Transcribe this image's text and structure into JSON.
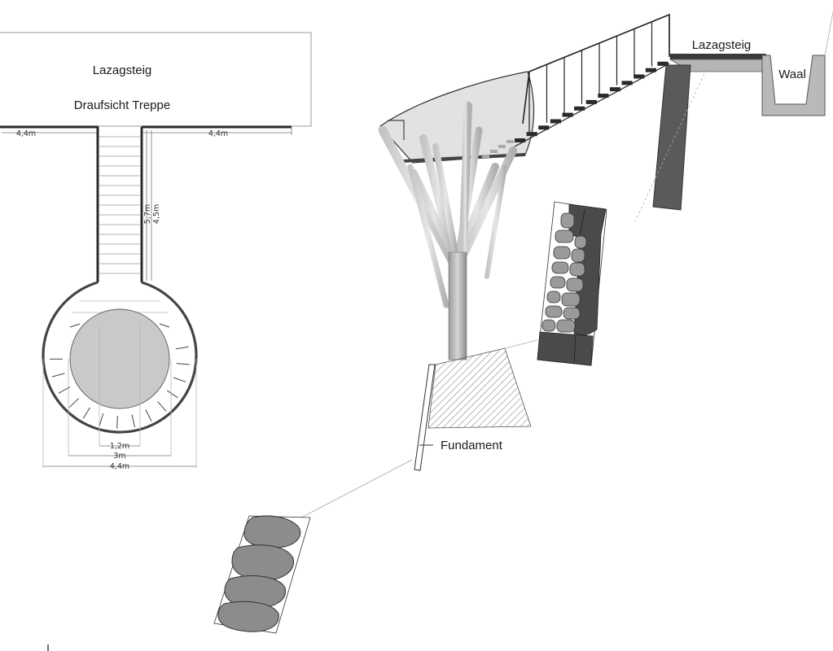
{
  "plan_view": {
    "path_label": "Lazagsteig",
    "title": "Draufsicht Treppe",
    "dimensions": {
      "path_left": "4,4m",
      "path_right": "4,4m",
      "stair_long": "5,7m",
      "stair_short": "4,5m",
      "inner_circle": "1,2m",
      "middle_circle": "3m",
      "outer_circle": "4,4m"
    }
  },
  "section_view": {
    "path_label": "Lazagsteig",
    "channel_label": "Waal",
    "foundation_label": "Fundament"
  },
  "colors": {
    "line": "#2a2a2a",
    "platform_fill": "#c9c9c9",
    "trunk": "#b8b8b8",
    "post_dark": "#555555",
    "stone_fill": "#9a9a9a",
    "stone_dark": "#4a4a4a"
  }
}
